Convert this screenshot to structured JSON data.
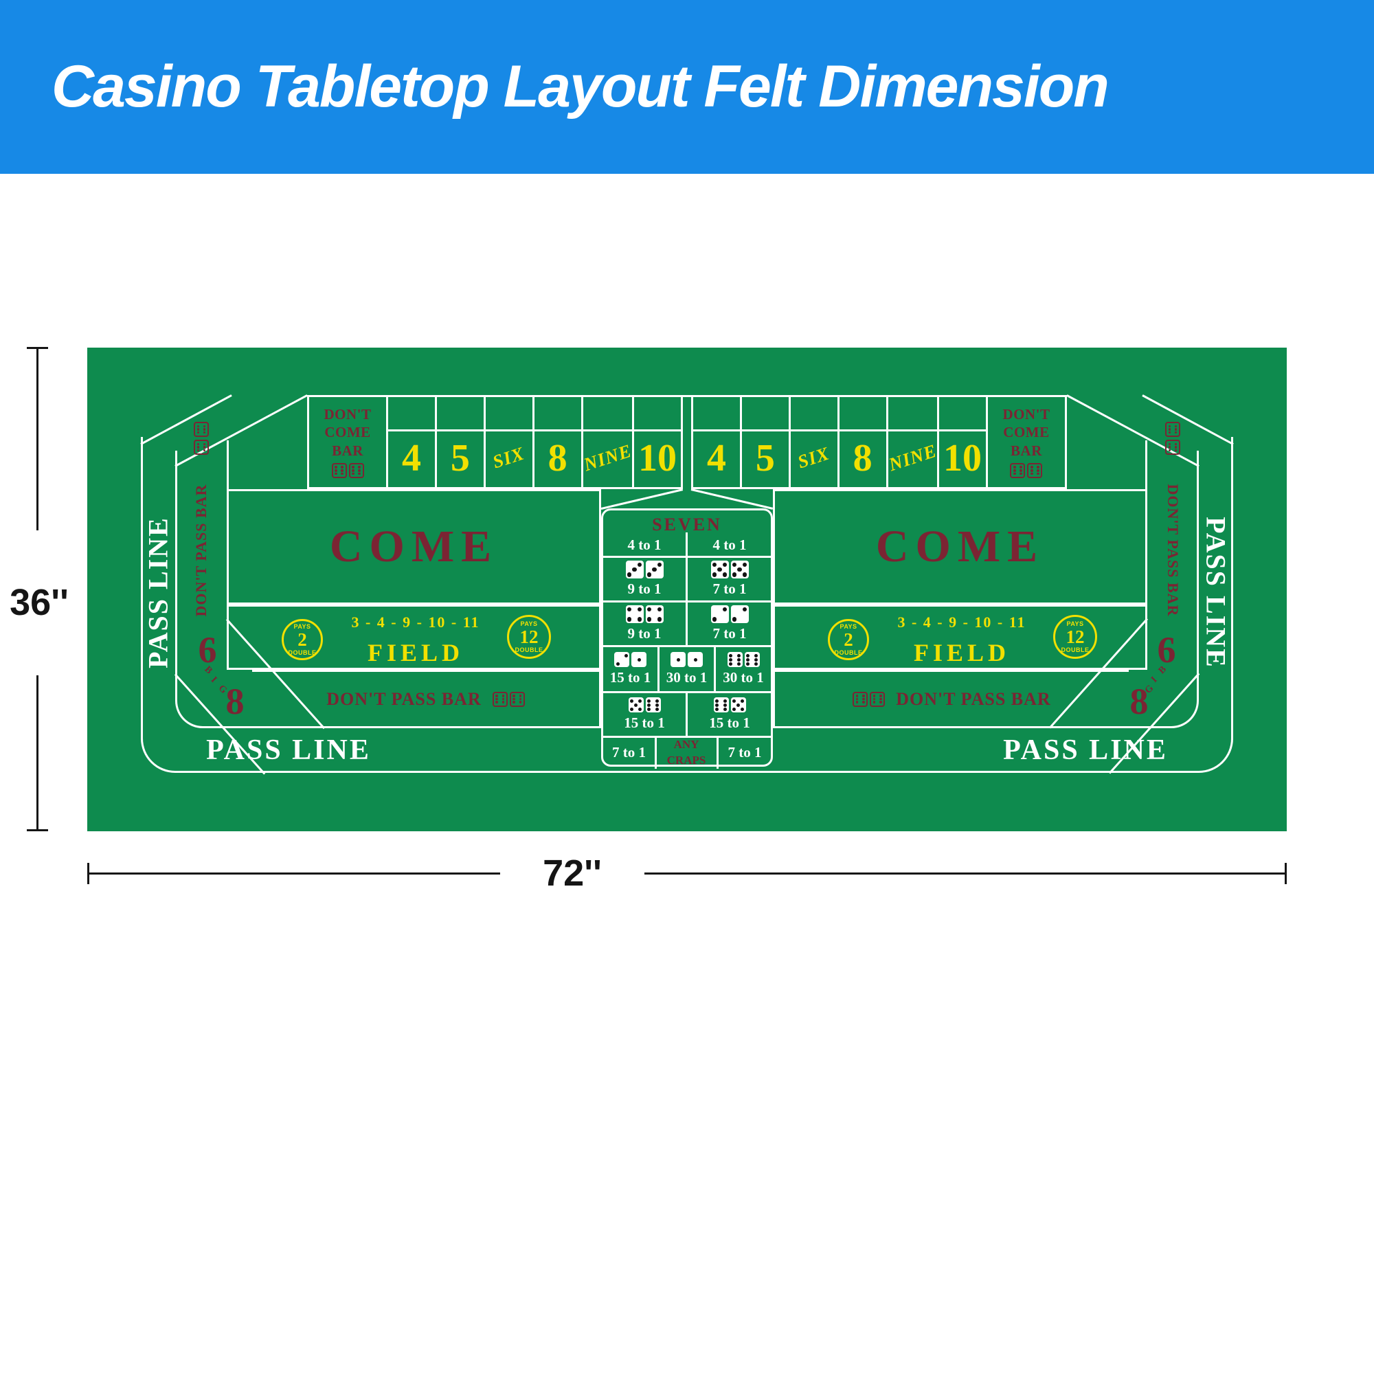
{
  "header": {
    "title": "Casino Tabletop Layout Felt Dimension"
  },
  "dimensions": {
    "height_label": "36''",
    "width_label": "72''"
  },
  "colors": {
    "banner_blue": "#1789e6",
    "felt_green": "#0e8b4e",
    "marking_white": "#ffffff",
    "accent_yellow": "#f2e000",
    "dark_red": "#7b2433"
  },
  "felt": {
    "pass_line": "PASS LINE",
    "dont_pass_bar": "DON'T PASS BAR",
    "come": "COME",
    "dont_come": {
      "l1": "DON'T",
      "l2": "COME",
      "l3": "BAR"
    },
    "numbers": [
      "4",
      "5",
      "SIX",
      "8",
      "NINE",
      "10"
    ],
    "field": {
      "arc": "3 - 4 - 9 - 10 - 11",
      "label": "FIELD",
      "pays": "PAYS",
      "double": "DOUBLE",
      "two": "2",
      "twelve": "12"
    },
    "big": {
      "six": "6",
      "b": "B",
      "i": "I",
      "g": "G",
      "eight": "8"
    },
    "bar_dice": {
      "d1": 6,
      "d2": 6
    },
    "props": {
      "seven": "SEVEN",
      "seven_left": "4 to 1",
      "seven_right": "4 to 1",
      "hard1_left": {
        "d1": 3,
        "d2": 3,
        "odds": "9 to 1"
      },
      "hard1_right": {
        "d1": 5,
        "d2": 5,
        "odds": "7 to 1"
      },
      "hard2_left": {
        "d1": 4,
        "d2": 4,
        "odds": "9 to 1"
      },
      "hard2_right": {
        "d1": 2,
        "d2": 2,
        "odds": "7 to 1"
      },
      "craps_a": {
        "d1": 2,
        "d2": 1,
        "odds": "15 to 1"
      },
      "craps_b": {
        "d1": 1,
        "d2": 1,
        "odds": "30 to 1"
      },
      "craps_c": {
        "d1": 6,
        "d2": 6,
        "odds": "30 to 1"
      },
      "eleven_a": {
        "d1": 5,
        "d2": 6,
        "odds": "15 to 1"
      },
      "eleven_b": {
        "d1": 6,
        "d2": 5,
        "odds": "15 to 1"
      },
      "any_left": "7 to 1",
      "any_line1": "ANY",
      "any_line2": "CRAPS",
      "any_right": "7 to 1"
    }
  }
}
